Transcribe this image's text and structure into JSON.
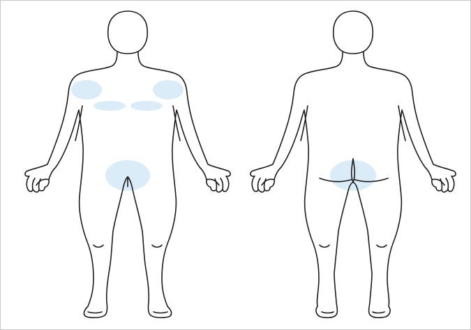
{
  "diagram": {
    "views": [
      {
        "id": "front",
        "figure_icon": "human-body-front-outline-icon"
      },
      {
        "id": "back",
        "figure_icon": "human-body-back-outline-icon"
      }
    ],
    "highlight_color": "#b9dcf2",
    "outline_color": "#1c1c1c",
    "highlighted_regions": [
      {
        "view": "front",
        "region": "right-shoulder"
      },
      {
        "view": "front",
        "region": "left-shoulder"
      },
      {
        "view": "front",
        "region": "right-chest"
      },
      {
        "view": "front",
        "region": "left-chest"
      },
      {
        "view": "front",
        "region": "groin"
      },
      {
        "view": "back",
        "region": "buttocks"
      }
    ]
  }
}
